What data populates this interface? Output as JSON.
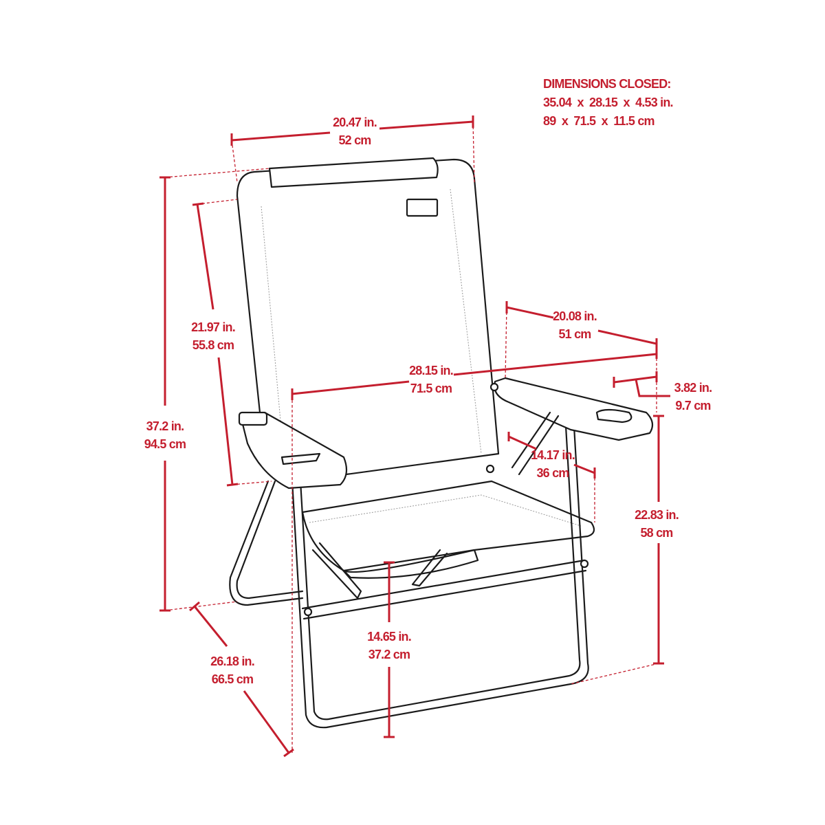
{
  "closed": {
    "title": "DIMENSIONS CLOSED:",
    "inches": "35.04  x  28.15  x  4.53 in.",
    "cm": "89  x  71.5  x  11.5 cm"
  },
  "dimensions": {
    "top_width": {
      "in": "20.47 in.",
      "cm": "52 cm"
    },
    "back_height": {
      "in": "21.97 in.",
      "cm": "55.8 cm"
    },
    "total_height": {
      "in": "37.2 in.",
      "cm": "94.5 cm"
    },
    "depth": {
      "in": "26.18 in.",
      "cm": "66.5 cm"
    },
    "overall_width": {
      "in": "28.15 in.",
      "cm": "71.5 cm"
    },
    "arm_length": {
      "in": "20.08 in.",
      "cm": "51 cm"
    },
    "arm_width": {
      "in": "3.82 in.",
      "cm": "9.7 cm"
    },
    "seat_depth": {
      "in": "14.17 in.",
      "cm": "36 cm"
    },
    "arm_height": {
      "in": "22.83 in.",
      "cm": "58 cm"
    },
    "seat_height": {
      "in": "14.65 in.",
      "cm": "37.2 cm"
    }
  },
  "colors": {
    "accent": "#c41e2e",
    "line": "#1a1a1a"
  }
}
